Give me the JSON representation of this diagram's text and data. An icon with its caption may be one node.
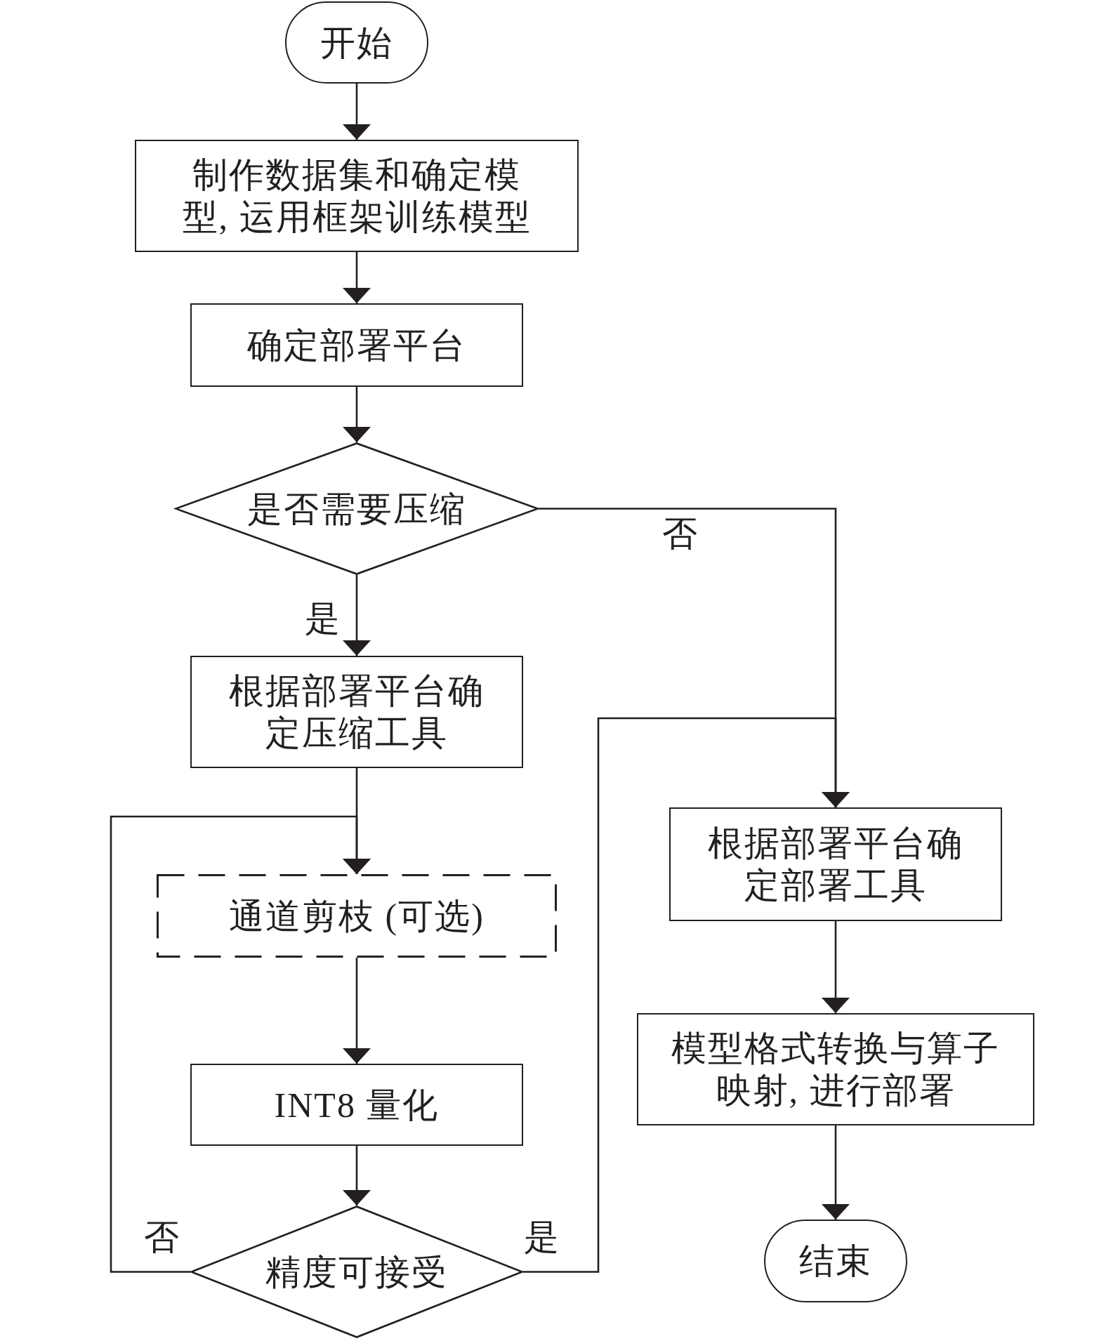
{
  "diagram": {
    "nodes": [
      {
        "text": [
          "开始"
        ]
      },
      {
        "text": [
          "制作数据集和确定模型, 运用框架训练模型"
        ]
      },
      {
        "text": [
          "确定部署平台"
        ]
      },
      {
        "text": [
          "是否需要压缩"
        ]
      },
      {
        "text": [
          "根据部署平台确定压缩工具"
        ]
      },
      {
        "text": [
          "通道剪枝 (可选)"
        ]
      },
      {
        "text": [
          "INT8 量化"
        ]
      },
      {
        "text": [
          "精度可接受"
        ]
      },
      {
        "text": [
          "根据部署平台确定部署工具"
        ]
      },
      {
        "text": [
          "模型格式转换与算子映射, 进行部署"
        ]
      },
      {
        "text": [
          "结束"
        ]
      }
    ],
    "edges": [
      {
        "from": 0,
        "to": 1,
        "arrow": "to"
      },
      {
        "from": 1,
        "to": 2,
        "arrow": "to"
      },
      {
        "from": 2,
        "to": 3,
        "arrow": "to"
      },
      {
        "from": 3,
        "to": 4,
        "arrow": "to",
        "label": "是"
      },
      {
        "from": 3,
        "to": 8,
        "arrow": "to",
        "label": "否"
      },
      {
        "from": 4,
        "to": 5,
        "arrow": "to"
      },
      {
        "from": 5,
        "to": 6,
        "arrow": "to"
      },
      {
        "from": 6,
        "to": 7,
        "arrow": "to"
      },
      {
        "from": 7,
        "to": 5,
        "arrow": "to",
        "label": "否"
      },
      {
        "from": 7,
        "to": 8,
        "arrow": "to",
        "label": "是"
      },
      {
        "from": 8,
        "to": 9,
        "arrow": "to"
      },
      {
        "from": 9,
        "to": 10,
        "arrow": "to"
      }
    ]
  }
}
